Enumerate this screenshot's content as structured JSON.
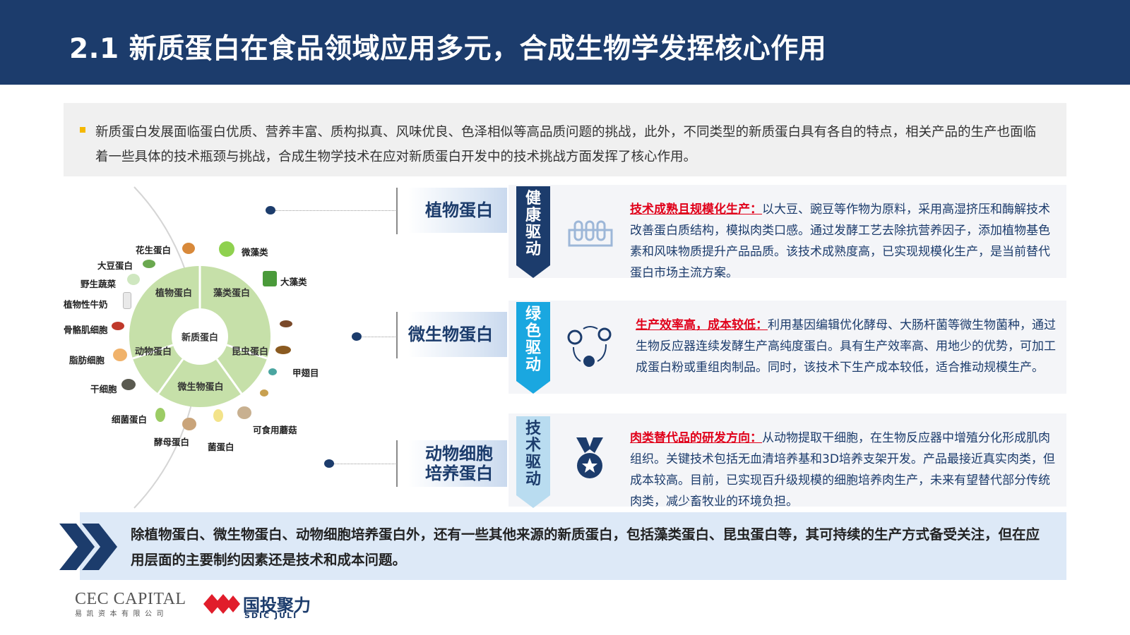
{
  "header": {
    "title": "2.1 新质蛋白在食品领域应用多元，合成生物学发挥核心作用"
  },
  "intro": {
    "text": "新质蛋白发展面临蛋白优质、营养丰富、质构拟真、风味优良、色泽相似等高品质问题的挑战，此外，不同类型的新质蛋白具有各自的特点，相关产品的生产也面临着一些具体的技术瓶颈与挑战，合成生物学技术在应对新质蛋白开发中的技术挑战方面发挥了核心作用。"
  },
  "wheel": {
    "center": "新质蛋白",
    "segments": [
      "植物蛋白",
      "藻类蛋白",
      "昆虫蛋白",
      "微生物蛋白",
      "动物蛋白"
    ],
    "outer_labels": [
      "花生蛋白",
      "微藻类",
      "大豆蛋白",
      "大藻类",
      "野生蔬菜",
      "植物性牛奶",
      "骨骼肌细胞",
      "脂肪细胞",
      "甲翅目",
      "干细胞",
      "细菌蛋白",
      "酵母蛋白",
      "菌蛋白",
      "可食用蘑菇"
    ]
  },
  "rows": [
    {
      "name": "植物蛋白",
      "driver": "健康驱动",
      "driver_color": "#1c3c6c",
      "highlight": "技术成熟且规模化生产：",
      "body": "以大豆、豌豆等作物为原料，采用高湿挤压和酶解技术改善蛋白质结构，模拟肉类口感。通过发酵工艺去除抗营养因子，添加植物基色素和风味物质提升产品品质。该技术成熟度高，已实现规模化生产，是当前替代蛋白市场主流方案。",
      "icon": "lab-flask-icon"
    },
    {
      "name": "微生物蛋白",
      "driver": "绿色驱动",
      "driver_color": "#1aa7e0",
      "highlight": "生产效率高，成本较低：",
      "body": "利用基因编辑优化酵母、大肠杆菌等微生物菌种，通过生物反应器连续发酵生产高纯度蛋白。具有生产效率高、用地少的优势，可加工成蛋白粉或重组肉制品。同时，该技术下生产成本较低，适合推动规模生产。",
      "icon": "cycle-icon"
    },
    {
      "name": "动物细胞\n培养蛋白",
      "driver": "技术驱动",
      "driver_color": "#b9dcf0",
      "highlight": "肉类替代品的研发方向：",
      "body": "从动物提取干细胞，在生物反应器中增殖分化形成肌肉组织。关键技术包括无血清培养基和3D培养支架开发。产品最接近真实肉类，但成本较高。目前，已实现百升级规模的细胞培养肉生产，未来有望替代部分传统肉类，减少畜牧业的环境负担。",
      "icon": "medal-icon"
    }
  ],
  "bottom": {
    "text": "除植物蛋白、微生物蛋白、动物细胞培养蛋白外，还有一些其他来源的新质蛋白，包括藻类蛋白、昆虫蛋白等，其可持续的生产方式备受关注，但在应用层面的主要制约因素还是技术和成本问题。"
  },
  "logos": {
    "cec": "CEC CAPITAL",
    "cec_sub": "易凯资本有限公司",
    "sdic_cn": "国投聚力",
    "sdic_en": "SDIC JULI"
  }
}
